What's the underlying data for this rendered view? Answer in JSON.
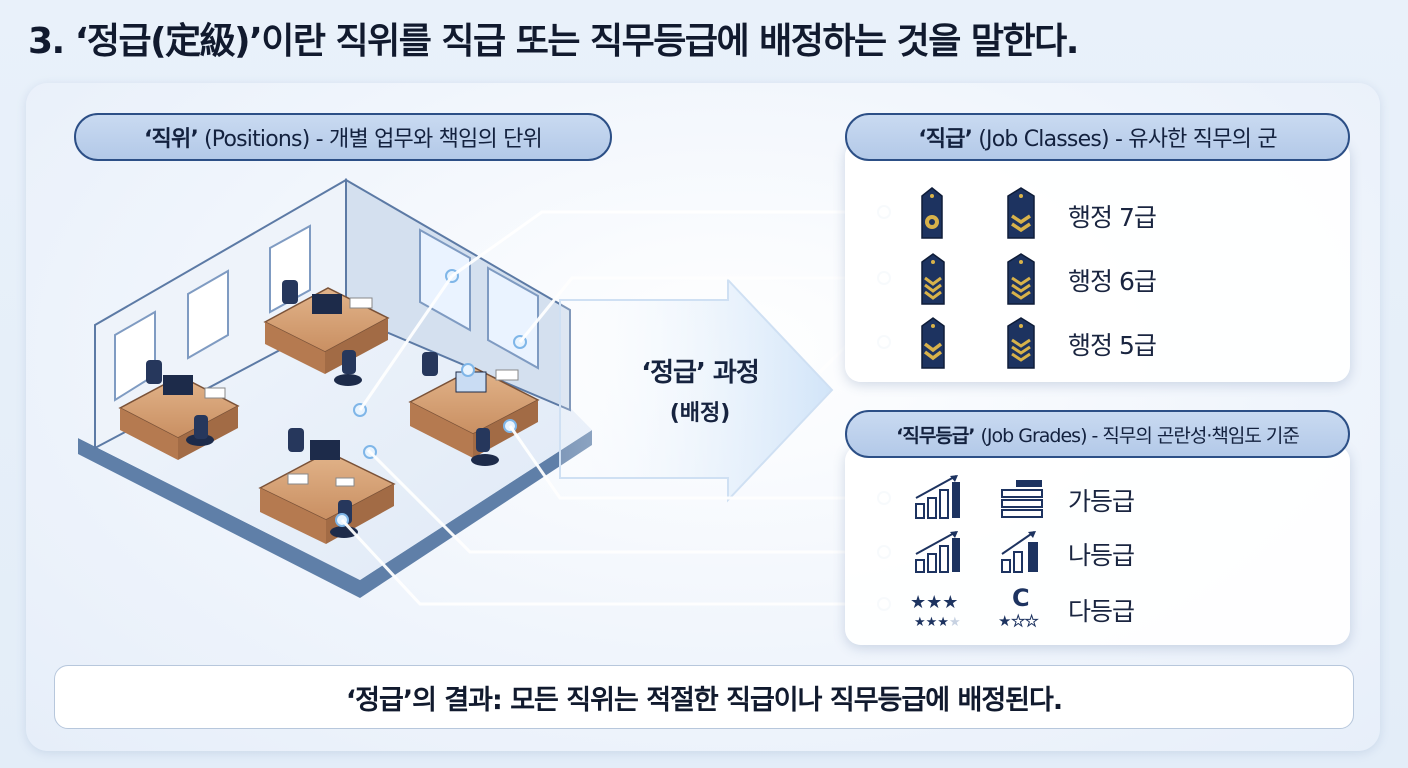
{
  "title": "3. ‘정급(定級)’이란 직위를 직급 또는 직무등급에 배정하는 것을 말한다.",
  "positions": {
    "label": "‘직위’",
    "description": "(Positions) - 개별 업무와 책임의 단위"
  },
  "process": {
    "label": "‘정급’ 과정",
    "sub": "(배정)"
  },
  "job_classes": {
    "label": "‘직급’",
    "description": "(Job Classes) - 유사한 직무의 군",
    "items": [
      "행정 7급",
      "행정 6급",
      "행정 5급"
    ]
  },
  "job_grades": {
    "label": "‘직무등급’",
    "description": "(Job Grades) - 직무의 곤란성·책임도 기준",
    "items": [
      "가등급",
      "나등급",
      "다등급"
    ]
  },
  "grade_c_letter": "C",
  "result": "‘정급’의 결과: 모든 직위는 적절한 직급이나 직무등급에 배정된다.",
  "colors": {
    "navy": "#1d3360",
    "gold": "#d8b24a",
    "pill": "#c3d6ef",
    "accent": "#7fb6e8"
  }
}
